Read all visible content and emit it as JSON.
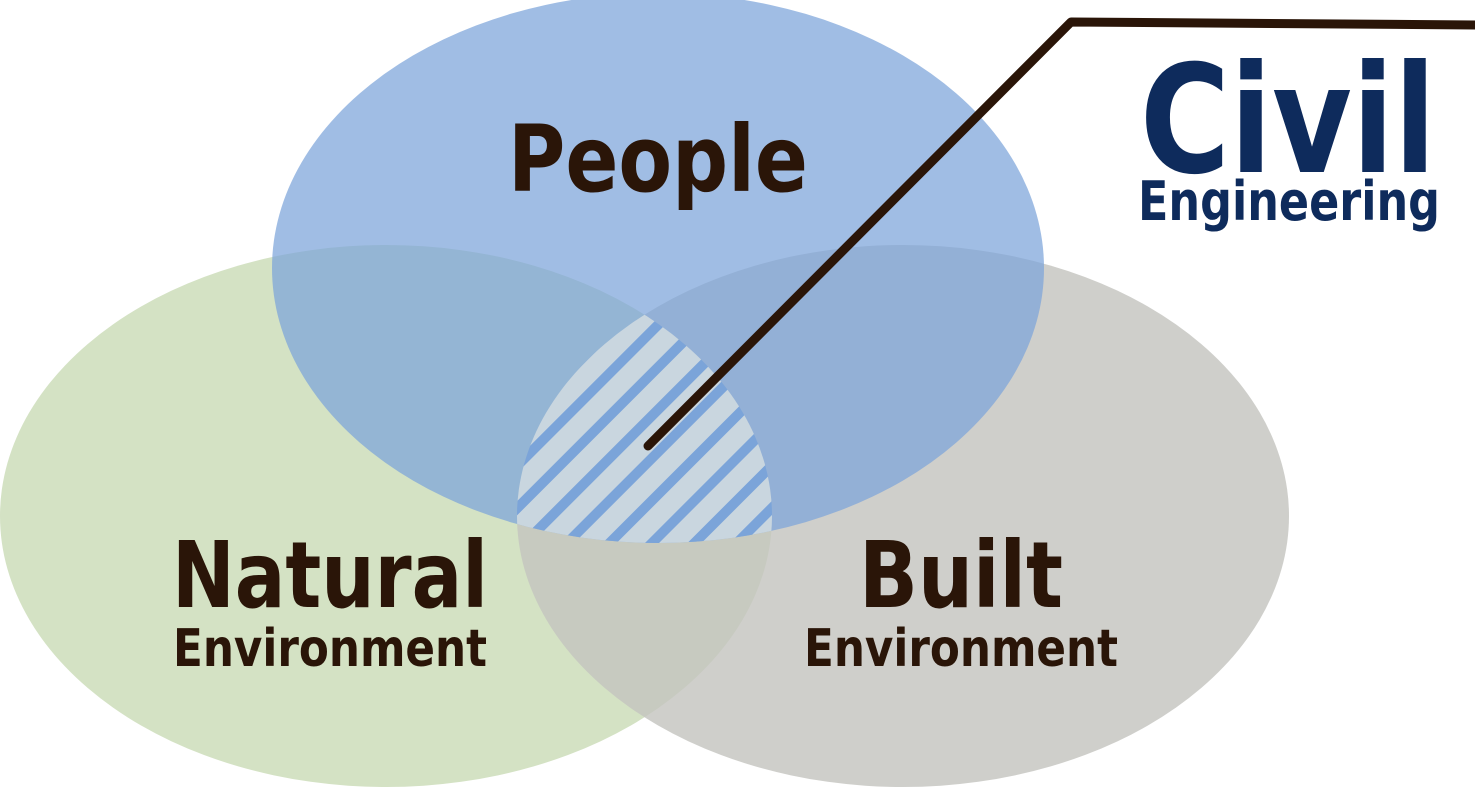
{
  "colors": {
    "people": "#7ba4d9",
    "natural": "#d4e2c4",
    "built": "#c4c5c0",
    "label_text": "#2a1508",
    "civil_text": "#0e2b5c",
    "pointer_line": "#2a1508",
    "hatch": "#7ba4d9"
  },
  "circles": {
    "people": {
      "title": "People",
      "icon": "people-region"
    },
    "natural": {
      "title": "Natural",
      "subtitle": "Environment",
      "icon": "natural-environment-region"
    },
    "built": {
      "title": "Built",
      "subtitle": "Environment",
      "icon": "built-environment-region"
    }
  },
  "callout": {
    "title": "Civil",
    "subtitle": "Engineering"
  }
}
